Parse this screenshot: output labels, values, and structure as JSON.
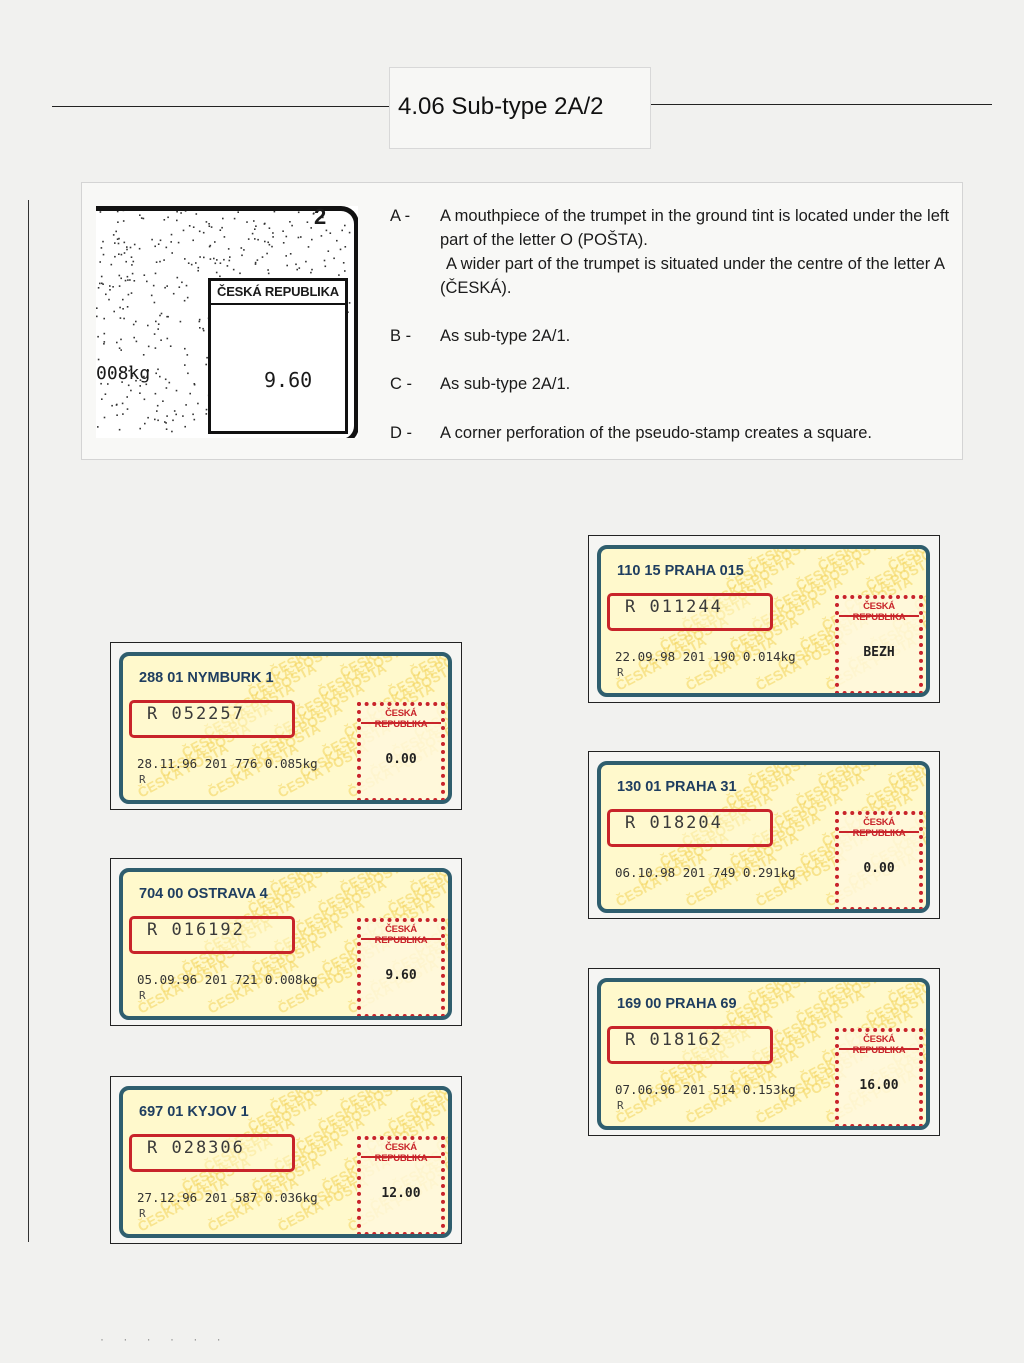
{
  "heading": "4.06  Sub-type 2A/2",
  "sample_stamp": {
    "country_label": "ČESKÁ REPUBLIKA",
    "type_number": "2",
    "value": "9.60",
    "weight_fragment": "008kg"
  },
  "notes": [
    {
      "letter": "A -",
      "text": "A mouthpiece of the trumpet in the ground tint is located under the left part of the letter O (POŠTA).",
      "text2": "A wider part of the trumpet is situated under the centre of the letter A (ČESKÁ)."
    },
    {
      "letter": "B -",
      "text": "As sub-type 2A/1."
    },
    {
      "letter": "C -",
      "text": "As sub-type 2A/1."
    },
    {
      "letter": "D -",
      "text": "A corner perforation of the pseudo-stamp creates a square."
    }
  ],
  "labels": [
    {
      "office": "110 15 PRAHA 015",
      "rnum": "R 011244",
      "line": "22.09.98 201 190  0.014kg",
      "r": "R",
      "stamp_title": "ČESKÁ REPUBLIKA",
      "value": "BEZH"
    },
    {
      "office": "288 01 NYMBURK 1",
      "rnum": "R 052257",
      "line": "28.11.96 201 776  0.085kg",
      "r": "R",
      "stamp_title": "ČESKÁ REPUBLIKA",
      "value": "0.00"
    },
    {
      "office": "130 01 PRAHA 31",
      "rnum": "R 018204",
      "line": "06.10.98 201 749  0.291kg",
      "r": "",
      "stamp_title": "ČESKÁ REPUBLIKA",
      "value": "0.00"
    },
    {
      "office": "704 00 OSTRAVA 4",
      "rnum": "R 016192",
      "line": "05.09.96 201 721  0.008kg",
      "r": "R",
      "stamp_title": "ČESKÁ REPUBLIKA",
      "value": "9.60"
    },
    {
      "office": "169 00 PRAHA 69",
      "rnum": "R 018162",
      "line": "07.06.96 201 514  0.153kg",
      "r": "R",
      "stamp_title": "ČESKÁ REPUBLIKA",
      "value": "16.00"
    },
    {
      "office": "697 01 KYJOV 1",
      "rnum": "R 028306",
      "line": "27.12.96 201 587  0.036kg",
      "r": "R",
      "stamp_title": "ČESKÁ REPUBLIKA",
      "value": "12.00"
    }
  ],
  "label_background_text": "ČESKÁ POŠTA",
  "colors": {
    "label_fill": "#fff9cc",
    "label_border": "#2f5e6e",
    "accent_red": "#c8242a",
    "office_text": "#1f3e60"
  }
}
